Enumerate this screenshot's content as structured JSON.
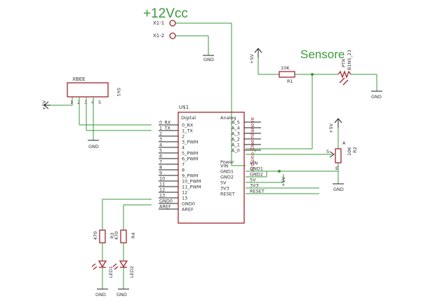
{
  "labels": {
    "vcc12": "+12Vcc",
    "sensor": "Sensore",
    "x1_1": "X1-1",
    "x1_2": "X1-2",
    "xbee": "XBEE",
    "sv1": "SV1",
    "u1": "U$1",
    "r1_val": "10K",
    "r1": "R1",
    "ptr": "PTR",
    "ptr_part": "B1NS_23",
    "r2_val": "10K",
    "r2": "R2",
    "r3_val": "470",
    "r3": "R3",
    "r4_val": "470",
    "r4": "R4",
    "led1": "LED1",
    "led2": "LED2",
    "board": "Arduino_Duemilanove"
  },
  "power": {
    "p5v": "+5V",
    "gnd": "GND"
  },
  "arduino": {
    "header_digital": "Digital",
    "header_analog": "Analog",
    "header_power": "Power",
    "digital_pins": [
      "0_RX",
      "1_TX",
      "2",
      "3_PWM",
      "4",
      "5_PWM",
      "6_PWM",
      "7",
      "8",
      "9_PWM",
      "10_PWM",
      "11_PWM",
      "12",
      "13",
      "GND0",
      "AREF"
    ],
    "digital_nets": [
      "0_RX",
      "1_TX",
      "2",
      "3",
      "4",
      "5",
      "6",
      "7",
      "8",
      "9",
      "10",
      "11",
      "12",
      "13",
      "GND0",
      "AREF"
    ],
    "analog_pins": [
      "A_5",
      "A_4",
      "A_3",
      "A_2",
      "A_1",
      "A_0"
    ],
    "power_pins": [
      "VIN",
      "GND1",
      "GND2",
      "5V",
      "3V3",
      "RESET"
    ]
  },
  "xbee_pins": [
    "1",
    "2",
    "3",
    "4",
    "5"
  ],
  "pot_pins": {
    "a": "A",
    "s": "S",
    "e": "E"
  }
}
